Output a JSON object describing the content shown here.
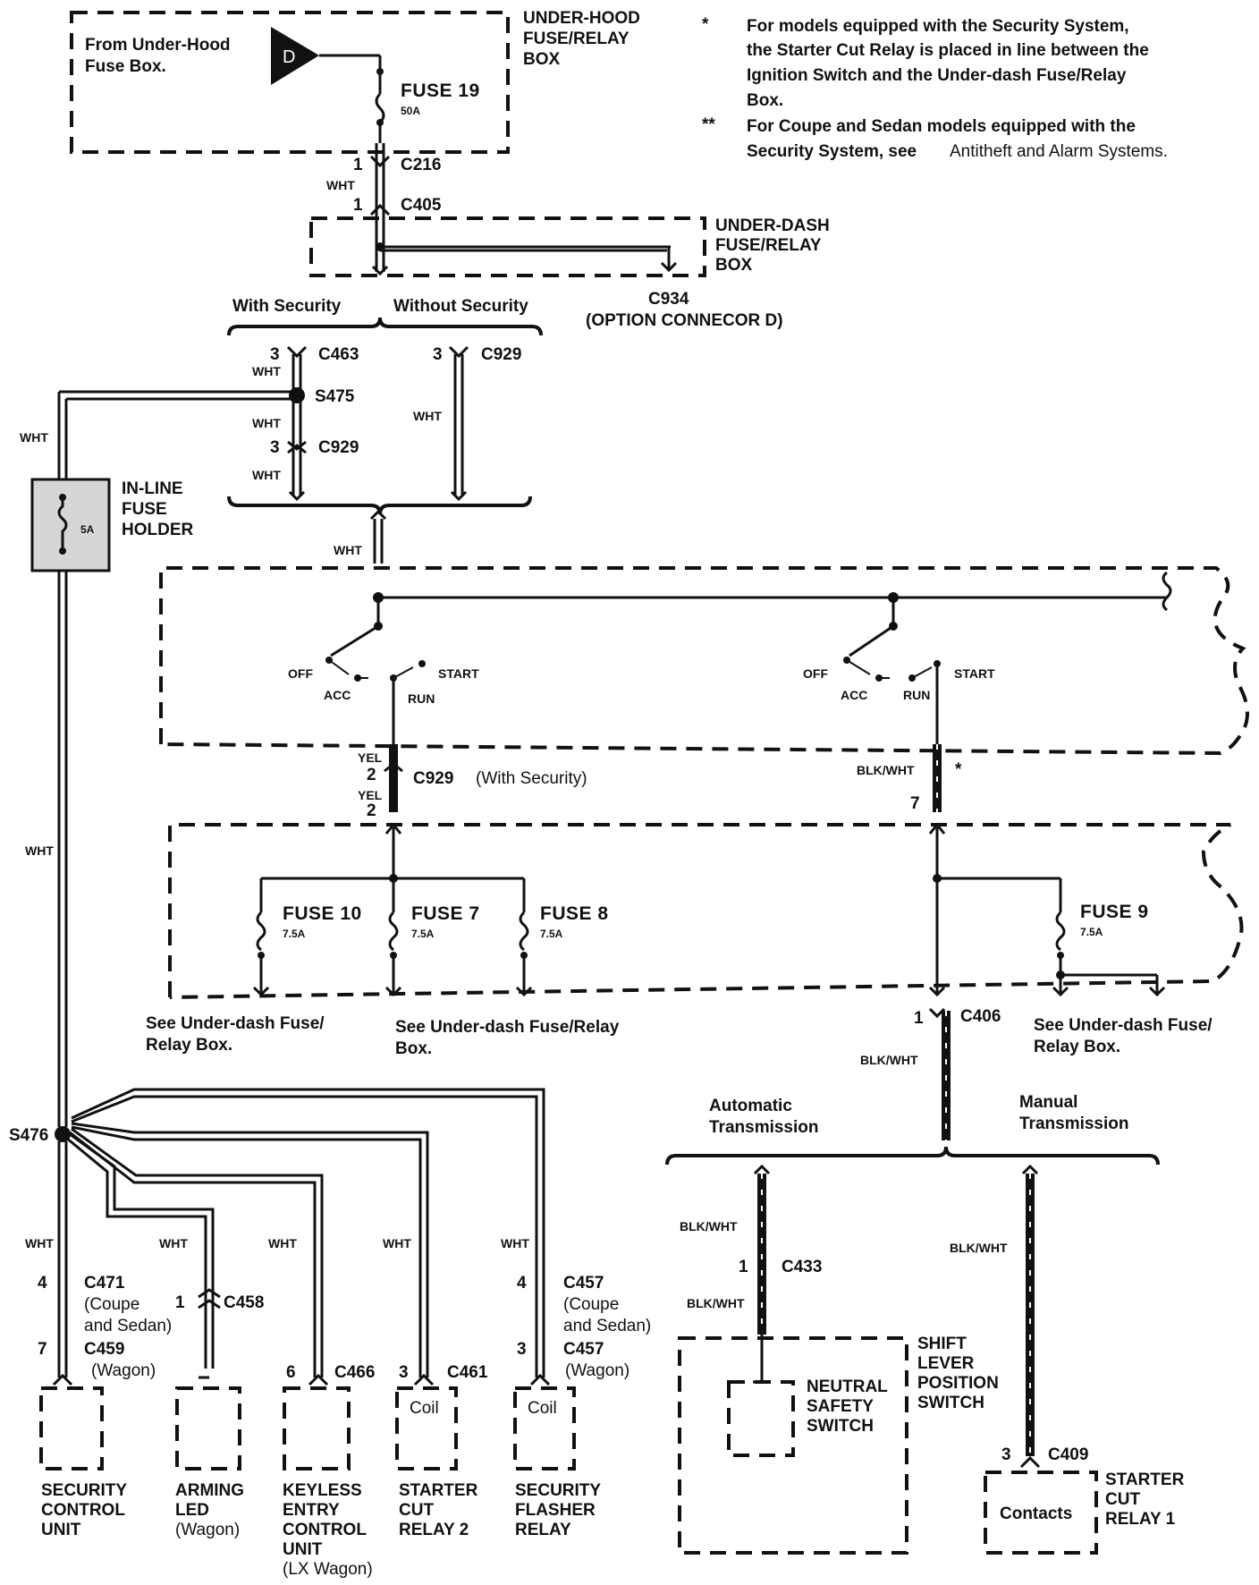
{
  "notes": {
    "n1_star": "*",
    "n1_l1": "For models equipped with the  Security System,",
    "n1_l2": "the Starter Cut Relay is placed in line between the",
    "n1_l3": "Ignition Switch and the Under-dash Fuse/Relay",
    "n1_l4": "Box.",
    "n2_star": "**",
    "n2_l1": "For Coupe and Sedan models equipped with the",
    "n2_l2": "Security System, see",
    "n2_l3": "Antitheft and Alarm Systems."
  },
  "underhood": {
    "title_l1": "UNDER-HOOD",
    "title_l2": "FUSE/RELAY",
    "title_l3": "BOX",
    "from_l1": "From Under-Hood",
    "from_l2": "Fuse Box.",
    "d_label": "D",
    "fuse": "FUSE  19",
    "fuse_rating": "50A"
  },
  "c216": {
    "pin": "1",
    "name": "C216",
    "wire": "WHT"
  },
  "c405": {
    "pin": "1",
    "name": "C405"
  },
  "underdash": {
    "title_l1": "UNDER-DASH",
    "title_l2": "FUSE/RELAY",
    "title_l3": "BOX"
  },
  "c934": {
    "name": "C934",
    "desc": "(OPTION CONNECOR D)"
  },
  "security_split": {
    "with": "With Security",
    "without": "Without Security",
    "c463_pin": "3",
    "c463": "C463",
    "c929_pin": "3",
    "c929": "C929",
    "wht1": "WHT",
    "s475": "S475",
    "wht2": "WHT",
    "c929b_pin": "3",
    "c929b": "C929",
    "wht3": "WHT",
    "wht_right": "WHT",
    "wht_left": "WHT"
  },
  "inline_fuse": {
    "l1": "IN-LINE",
    "l2": "FUSE",
    "l3": "HOLDER",
    "rating": "5A"
  },
  "ign_wire": "WHT",
  "switch1": {
    "off": "OFF",
    "acc": "ACC",
    "run": "RUN",
    "start": "START"
  },
  "switch2": {
    "off": "OFF",
    "acc": "ACC",
    "run": "RUN",
    "start": "START"
  },
  "yel_conn": {
    "wire1": "YEL",
    "pin1": "2",
    "name": "C929",
    "note": "(With Security)",
    "wire2": "YEL",
    "pin2": "2"
  },
  "blkwht_conn": {
    "wire": "BLK/WHT",
    "star": "*",
    "pin": "7"
  },
  "fuses": [
    {
      "name": "FUSE  10",
      "rating": "7.5A"
    },
    {
      "name": "FUSE  7",
      "rating": "7.5A"
    },
    {
      "name": "FUSE  8",
      "rating": "7.5A"
    },
    {
      "name": "FUSE  9",
      "rating": "7.5A"
    }
  ],
  "see": {
    "a_l1": "See Under-dash Fuse/",
    "a_l2": "Relay Box.",
    "b_l1": "See Under-dash Fuse/Relay",
    "b_l2": "Box.",
    "c_l1": "See Under-dash Fuse/",
    "c_l2": "Relay Box."
  },
  "left_wht": "WHT",
  "c406": {
    "pin": "1",
    "name": "C406",
    "wire": "BLK/WHT"
  },
  "transmission": {
    "auto_l1": "Automatic",
    "auto_l2": "Transmission",
    "man_l1": "Manual",
    "man_l2": "Transmission"
  },
  "s476": "S476",
  "branch_wires": [
    "WHT",
    "WHT",
    "WHT",
    "WHT",
    "WHT"
  ],
  "conn_sec": {
    "pin_a": "4",
    "name_a": "C471",
    "note_a1": "(Coupe",
    "note_a2": "and Sedan)",
    "pin_b": "7",
    "name_b": "C459",
    "note_b": "(Wagon)"
  },
  "conn_led": {
    "pin": "1",
    "name": "C458"
  },
  "conn_key": {
    "pin": "6",
    "name": "C466"
  },
  "conn_starter2": {
    "pin": "3",
    "name": "C461"
  },
  "conn_flash": {
    "pin_a": "4",
    "name_a": "C457",
    "note_a1": "(Coupe",
    "note_a2": "and Sedan)",
    "pin_b": "3",
    "name_b": "C457",
    "note_b": "(Wagon)"
  },
  "components": {
    "security_l1": "SECURITY",
    "security_l2": "CONTROL",
    "security_l3": "UNIT",
    "led_l1": "ARMING",
    "led_l2": "LED",
    "led_l3": "(Wagon)",
    "key_l1": "KEYLESS",
    "key_l2": "ENTRY",
    "key_l3": "CONTROL",
    "key_l4": "UNIT",
    "key_l5": "(LX Wagon)",
    "starter2_l1": "STARTER",
    "starter2_l2": "CUT",
    "starter2_l3": "RELAY 2",
    "flash_l1": "SECURITY",
    "flash_l2": "FLASHER",
    "flash_l3": "RELAY",
    "coil1": "Coil",
    "coil2": "Coil"
  },
  "auto_branch": {
    "wire1": "BLK/WHT",
    "pin": "1",
    "name": "C433",
    "wire2": "BLK/WHT"
  },
  "shift": {
    "l1": "SHIFT",
    "l2": "LEVER",
    "l3": "POSITION",
    "l4": "SWITCH",
    "neutral_l1": "NEUTRAL",
    "neutral_l2": "SAFETY",
    "neutral_l3": "SWITCH"
  },
  "manual_branch": {
    "wire": "BLK/WHT",
    "pin": "3",
    "name": "C409"
  },
  "relay1": {
    "l1": "STARTER",
    "l2": "CUT",
    "l3": "RELAY 1",
    "contacts": "Contacts"
  }
}
